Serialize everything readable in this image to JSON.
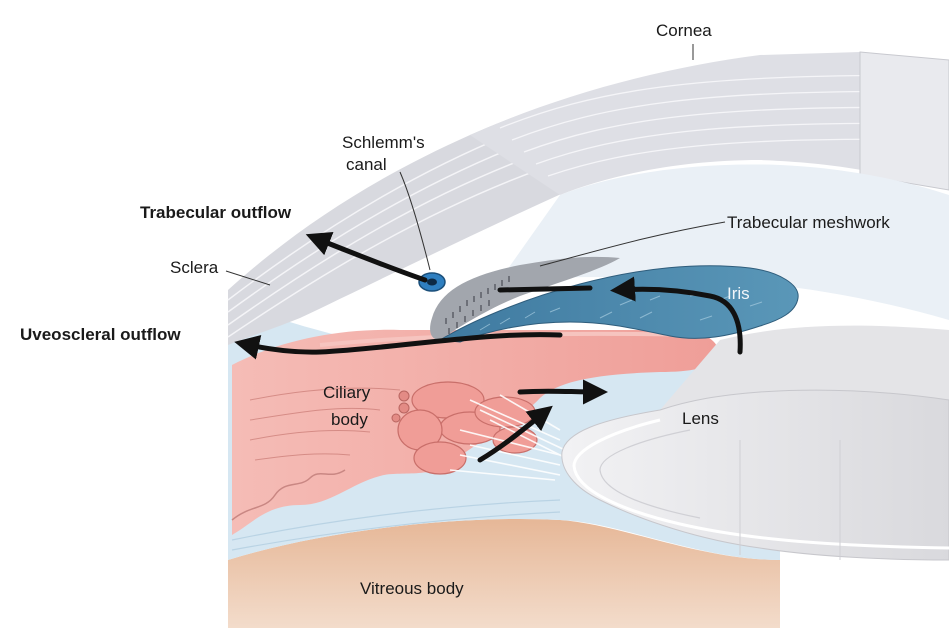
{
  "labels": {
    "cornea": "Cornea",
    "schlemm_line1": "Schlemm's",
    "schlemm_line2": "canal",
    "trabecular_outflow": "Trabecular outflow",
    "trabecular_meshwork": "Trabecular meshwork",
    "sclera": "Sclera",
    "iris": "Iris",
    "uveoscleral_outflow": "Uveoscleral outflow",
    "ciliary_line1": "Ciliary",
    "ciliary_line2": "body",
    "lens": "Lens",
    "vitreous_body": "Vitreous body"
  },
  "colors": {
    "cornea_sclera": "#dcdde3",
    "anterior_chamber": "#eaf0f6",
    "iris": "#4b87a9",
    "meshwork": "#9ea2aa",
    "ciliary_body": "#f2a9a3",
    "vitreous": "#e9c3a5",
    "zonules_bg": "#cfe3f0",
    "lens": "#e9e9ec",
    "arrows": "#111111"
  }
}
